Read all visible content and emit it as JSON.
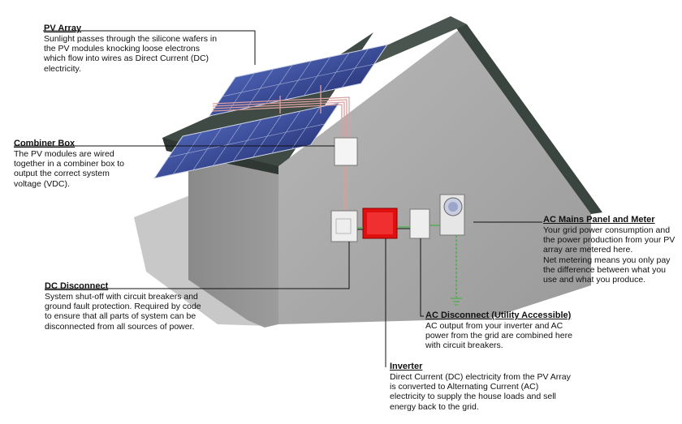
{
  "callouts": {
    "pv_array": {
      "title": "PV Array",
      "text": "Sunlight passes through the silicone wafers in\nthe PV modules knocking loose electrons\nwhich flow into wires as Direct Current (DC)\nelectricity."
    },
    "combiner_box": {
      "title": "Combiner Box",
      "text": "The PV modules are wired\ntogether in a combiner box to\noutput the correct system\nvoltage (VDC)."
    },
    "ac_mains": {
      "title": "AC Mains Panel and Meter",
      "text": "Your grid power consumption and\nthe power production from your PV\narray are metered here.\nNet metering means you only pay\nthe difference between what you\nuse and what you produce."
    },
    "dc_disconnect": {
      "title": "DC Disconnect",
      "text": "System shut-off with circuit breakers and\nground fault protection.  Required by code\nto ensure that all parts of system can be\ndisconnected from all sources of power."
    },
    "ac_disconnect": {
      "title": "AC Disconnect (Utility Accessible)",
      "text": "AC output from your inverter and AC\npower from the grid are combined here\nwith circuit breakers."
    },
    "inverter": {
      "title": "Inverter",
      "text": "Direct Current (DC) electricity from the PV Array\nis converted to Alternating Current (AC)\nelectricity to supply the house loads and sell\nenergy back to the grid."
    }
  },
  "colors": {
    "wall": "#a9a9a9",
    "wall_dark": "#8c8c8c",
    "roof": "#3e4a44",
    "panel": "#3d4f9c",
    "inverter": "#e01010",
    "wire_dc": "#d9a0a0",
    "wire_ground": "#46b046"
  }
}
